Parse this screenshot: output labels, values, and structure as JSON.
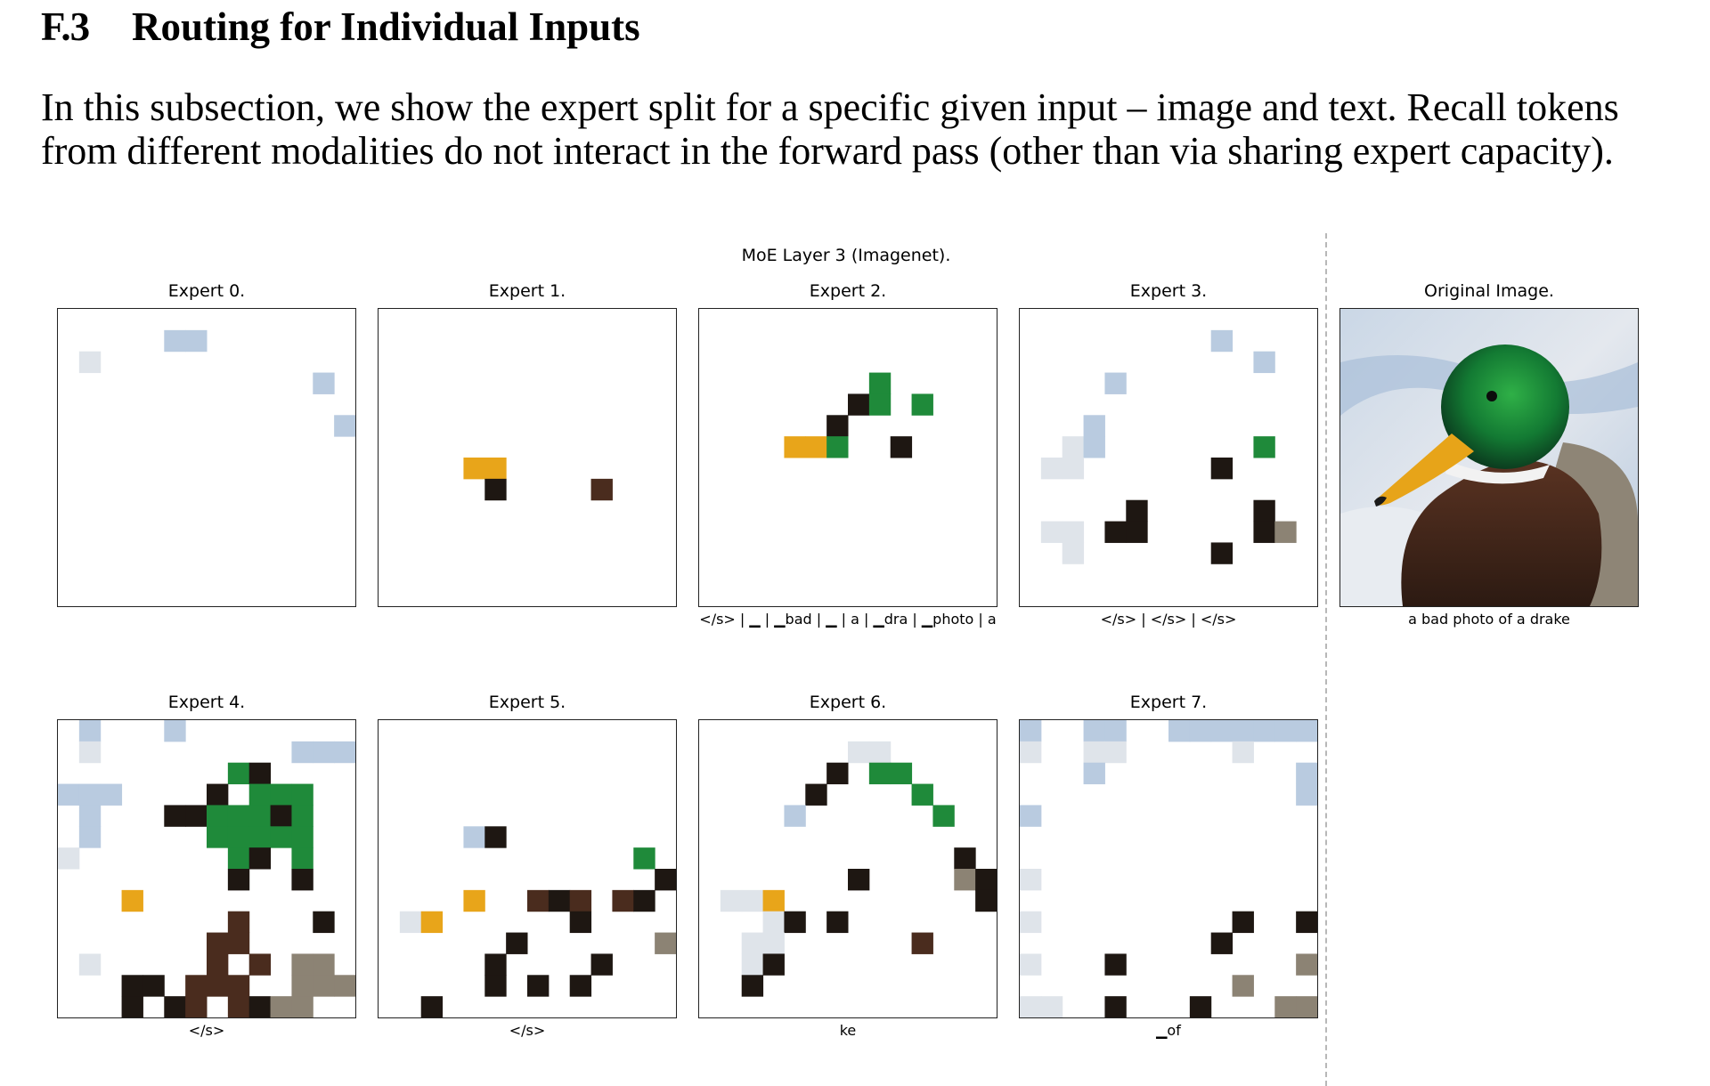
{
  "section": {
    "number": "F.3",
    "title": "Routing for Individual Inputs"
  },
  "paragraph": {
    "line1": "In this subsection, we show the expert split for a specific given input – image and text. Recall tokens",
    "line2": "from different modalities do not interact in the forward pass (other than via sharing expert capacity)."
  },
  "figure": {
    "title": "MoE Layer 3 (Imagenet).",
    "panels": [
      {
        "title": "Expert 0.",
        "caption": ""
      },
      {
        "title": "Expert 1.",
        "caption": ""
      },
      {
        "title": "Expert 2.",
        "caption": "</s> | ▁ | ▁bad | ▁ | a | ▁dra | ▁photo | a"
      },
      {
        "title": "Expert 3.",
        "caption": "</s> | </s> | </s>"
      },
      {
        "title": "Original Image.",
        "caption": "a bad photo of a drake"
      },
      {
        "title": "Expert 4.",
        "caption": "</s>"
      },
      {
        "title": "Expert 5.",
        "caption": "</s>"
      },
      {
        "title": "Expert 6.",
        "caption": "ke"
      },
      {
        "title": "Expert 7.",
        "caption": "▁of"
      }
    ]
  },
  "colors": {
    "sky": "#b9cbe0",
    "snow": "#dfe4ea",
    "green_head": "#1f8a3a",
    "bill": "#e8a51a",
    "dark": "#1e1712",
    "brown": "#4a2c1e",
    "gray_feather": "#8c8374"
  }
}
